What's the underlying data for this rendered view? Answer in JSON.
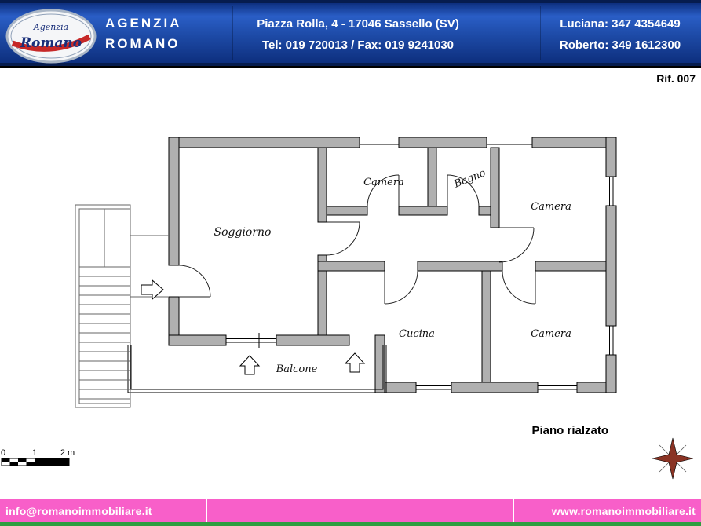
{
  "header": {
    "logo": {
      "top": "Agenzia",
      "bottom": "Romano"
    },
    "agency_line1": "AGENZIA",
    "agency_line2": "ROMANO",
    "address": "Piazza Rolla, 4 - 17046 Sassello (SV)",
    "phone_fax": "Tel: 019 720013 / Fax: 019 9241030",
    "contact_line1": "Luciana: 347 4354649",
    "contact_line2": "Roberto: 349 1612300"
  },
  "page": {
    "reference": "Rif. 007",
    "floor_label": "Piano rialzato"
  },
  "floorplan": {
    "rooms": [
      {
        "id": "soggiorno",
        "label": "Soggiorno"
      },
      {
        "id": "camera-top",
        "label": "Camera"
      },
      {
        "id": "bagno",
        "label": "Bagno"
      },
      {
        "id": "camera-right-top",
        "label": "Camera"
      },
      {
        "id": "cucina",
        "label": "Cucina"
      },
      {
        "id": "camera-right-bottom",
        "label": "Camera"
      },
      {
        "id": "balcone",
        "label": "Balcone"
      }
    ]
  },
  "scale_bar": {
    "tick_0": "0",
    "tick_1": "1",
    "tick_2": "2 m"
  },
  "footer": {
    "email": "info@romanoimmobiliare.it",
    "website": "www.romanoimmobiliare.it"
  },
  "colors": {
    "header_blue": "#1d4aa6",
    "header_navy": "#061c4e",
    "footer_pink": "#f85fc9",
    "footer_green": "#2e9e40",
    "wall_gray": "#b0b0b0",
    "logo_red": "#c62828",
    "logo_navy": "#1a2f7a"
  }
}
